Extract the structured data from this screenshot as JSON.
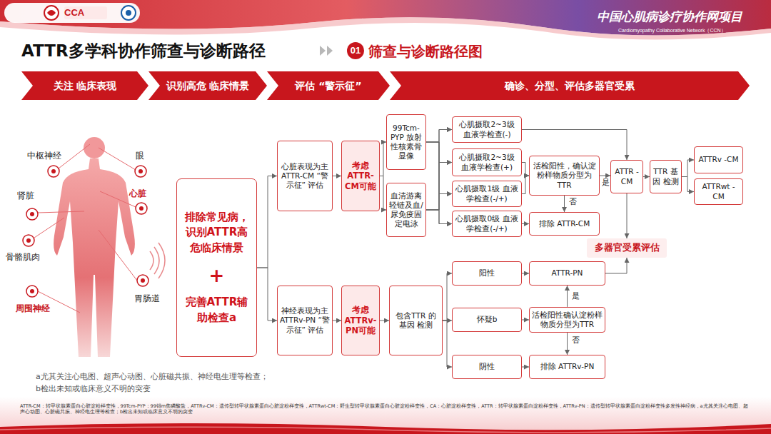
{
  "diagram": {
    "title": "ATTR多学科协作筛查与诊断路径",
    "nodes": [
      {
        "text": [
          "关注 临床表现"
        ]
      },
      {
        "text": [
          "识别高危 临床情景"
        ]
      },
      {
        "text": [
          "评估 “警示征”"
        ]
      },
      {
        "text": [
          "确诊、分型、评估多器官受累"
        ]
      },
      {
        "text": [
          "排除常见病，识别ATTR高危临床情景",
          "+",
          "完善ATTR辅助检查a"
        ]
      },
      {
        "text": [
          "心脏表现为主 ATTR-CM “警示征” 评估"
        ]
      },
      {
        "text": [
          "考虑 ATTR-CM可能"
        ]
      },
      {
        "text": [
          "99Tcm-PYP 放射性核素骨显像"
        ]
      },
      {
        "text": [
          "血清游离轻链及血/尿免疫固定电泳"
        ]
      },
      {
        "text": [
          "心肌摄取2~3级 血液学检查(-)"
        ]
      },
      {
        "text": [
          "心肌摄取2~3级 血液学检查(+)"
        ]
      },
      {
        "text": [
          "心肌摄取1级 血液学检查(-/+)"
        ]
      },
      {
        "text": [
          "心肌摄取0级 血液学检查(-/+)"
        ]
      },
      {
        "text": [
          "活检阳性，确认淀粉样物质分型为TTR"
        ]
      },
      {
        "text": [
          "排除 ATTR-CM"
        ]
      },
      {
        "text": [
          "ATTR -CM"
        ]
      },
      {
        "text": [
          "TTR 基因 检测"
        ]
      },
      {
        "text": [
          "ATTRv -CM"
        ]
      },
      {
        "text": [
          "ATTRwt -CM"
        ]
      },
      {
        "text": [
          "多器官受累评估"
        ]
      },
      {
        "text": [
          "神经表现为主 ATTRv-PN “警示征” 评估"
        ]
      },
      {
        "text": [
          "考虑 ATTRv-PN可能"
        ]
      },
      {
        "text": [
          "包含TTR 的基因 检测"
        ]
      },
      {
        "text": [
          "阳性"
        ]
      },
      {
        "text": [
          "怀疑b"
        ]
      },
      {
        "text": [
          "阴性"
        ]
      },
      {
        "text": [
          "ATTR-PN"
        ]
      },
      {
        "text": [
          "活检阳性确认淀粉样物质分型为TTR"
        ]
      },
      {
        "text": [
          "排除 ATTRv-PN"
        ]
      }
    ],
    "edges": [
      {
        "from": 4,
        "to": 5,
        "arrow": "to"
      },
      {
        "from": 4,
        "to": 20,
        "arrow": "to"
      },
      {
        "from": 5,
        "to": 6,
        "arrow": "to"
      },
      {
        "from": 6,
        "to": 7,
        "arrow": "to"
      },
      {
        "from": 6,
        "to": 8,
        "arrow": "to"
      },
      {
        "from": 7,
        "to": 9,
        "arrow": "to"
      },
      {
        "from": 7,
        "to": 10,
        "arrow": "to"
      },
      {
        "from": 7,
        "to": 11,
        "arrow": "to"
      },
      {
        "from": 7,
        "to": 12,
        "arrow": "to"
      },
      {
        "from": 8,
        "to": 9,
        "arrow": "to"
      },
      {
        "from": 8,
        "to": 10,
        "arrow": "to"
      },
      {
        "from": 8,
        "to": 11,
        "arrow": "to"
      },
      {
        "from": 8,
        "to": 12,
        "arrow": "to"
      },
      {
        "from": 9,
        "to": 15,
        "arrow": "to"
      },
      {
        "from": 10,
        "to": 13,
        "arrow": "to"
      },
      {
        "from": 11,
        "to": 13,
        "arrow": "to"
      },
      {
        "from": 12,
        "to": 14,
        "arrow": "to"
      },
      {
        "from": 13,
        "to": 15,
        "label": "是",
        "arrow": "to"
      },
      {
        "from": 13,
        "to": 14,
        "label": "否",
        "arrow": "to"
      },
      {
        "from": 15,
        "to": 16,
        "arrow": "to"
      },
      {
        "from": 16,
        "to": 17,
        "arrow": "to"
      },
      {
        "from": 16,
        "to": 18,
        "arrow": "to"
      },
      {
        "from": 15,
        "to": 19,
        "arrow": "to"
      },
      {
        "from": 20,
        "to": 21,
        "arrow": "to"
      },
      {
        "from": 21,
        "to": 22,
        "arrow": "to"
      },
      {
        "from": 22,
        "to": 23,
        "arrow": "to"
      },
      {
        "from": 22,
        "to": 24,
        "arrow": "to"
      },
      {
        "from": 22,
        "to": 25,
        "arrow": "to"
      },
      {
        "from": 23,
        "to": 26,
        "arrow": "to"
      },
      {
        "from": 24,
        "to": 27,
        "arrow": "to"
      },
      {
        "from": 27,
        "to": 26,
        "label": "是",
        "arrow": "to"
      },
      {
        "from": 27,
        "to": 28,
        "label": "否",
        "arrow": "to"
      },
      {
        "from": 25,
        "to": 28,
        "arrow": "to"
      },
      {
        "from": 26,
        "to": 19,
        "arrow": "to"
      }
    ],
    "labels": [
      "CCA",
      "中国心肌病诊疗协作网项目",
      "Cardiomyopathy Collaborative Network（CCN）",
      "01",
      "筛查与诊断路径图",
      "中枢神经",
      "眼",
      "肾脏",
      "心脏",
      "骨骼肌肉",
      "周围神经",
      "胃肠道",
      "a尤其关注心电图、超声心动图、心脏磁共振、神经电生理等检查；",
      "b检出未知或临床意义不明的突变",
      "ATTR-CM：转甲状腺素蛋白心脏淀粉样变性，99Tcm-PYP：99锝m焦磷酸盐，ATTRv-CM：遗传型转甲状腺素蛋白心脏淀粉样变性，ATTRwt-CM：野生型转甲状腺素蛋白心脏淀粉样变性，CA：心脏淀粉样变性，ATTR：转甲状腺素蛋白淀粉样变性，ATTRv-PN：遗传型转甲状腺素蛋白淀粉样变性多发性神经病，a尤其关注心电图、超声心动图、心脏磁共振、神经电生理等检查；b检出未知或临床意义不明的突变"
    ]
  }
}
